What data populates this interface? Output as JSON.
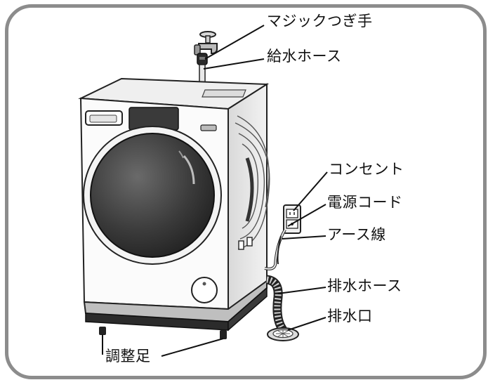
{
  "diagram": {
    "labels": {
      "magic_joint": "マジックつぎ手",
      "supply_hose": "給水ホース",
      "outlet": "コンセント",
      "power_cord": "電源コード",
      "ground_wire": "アース線",
      "drain_hose": "排水ホース",
      "drain_port": "排水口",
      "adjuster_feet": "調整足"
    }
  }
}
